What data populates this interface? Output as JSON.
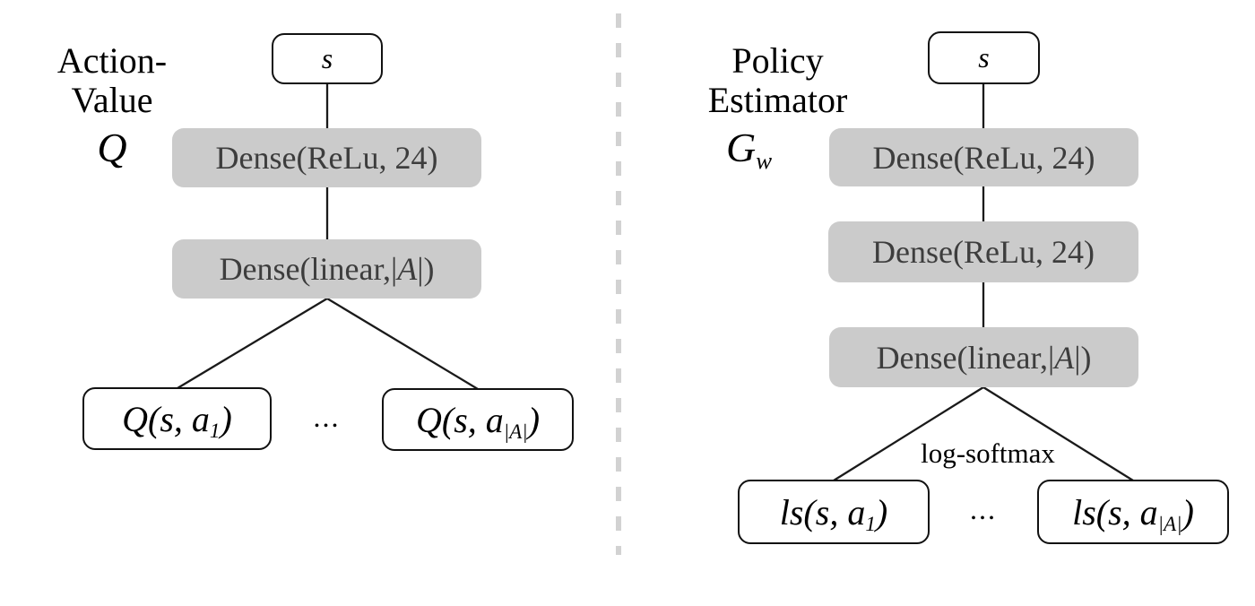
{
  "colors": {
    "layer_fill": "#cbcbcb",
    "layer_text": "#3d3d3d",
    "box_border": "#111111",
    "line": "#1a1a1a",
    "divider": "#d2d2d2",
    "text": "#000000",
    "bg": "#ffffff"
  },
  "left": {
    "title": "Action-Value",
    "symbol": "Q",
    "input": "s",
    "layer1": "Dense(ReLu, 24)",
    "layer2_prefix": "Dense(linear,|",
    "layer2_var": "A",
    "layer2_suffix": "|)",
    "out1_main": "Q(s, a",
    "out1_sub": "1",
    "out1_close": ")",
    "dots": "...",
    "out2_main": "Q(s, a",
    "out2_sub": "|A|",
    "out2_close": ")"
  },
  "right": {
    "title": "Policy Estimator",
    "symbol": "G",
    "symbol_sub": "w",
    "input": "s",
    "layer1": "Dense(ReLu, 24)",
    "layer2": "Dense(ReLu, 24)",
    "layer3_prefix": "Dense(linear,|",
    "layer3_var": "A",
    "layer3_suffix": "|)",
    "branch_label": "log-softmax",
    "out1_main": "ls(s, a",
    "out1_sub": "1",
    "out1_close": ")",
    "dots": "...",
    "out2_main": "ls(s, a",
    "out2_sub": "|A|",
    "out2_close": ")"
  }
}
